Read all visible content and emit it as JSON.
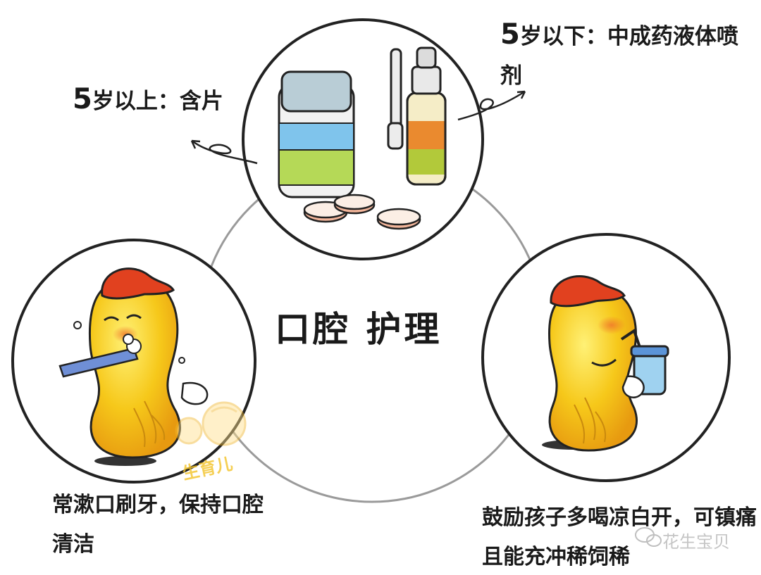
{
  "center": {
    "title": "口腔 护理"
  },
  "top_left": {
    "num": "5",
    "text": "岁以上：含片"
  },
  "top_right": {
    "num": "5",
    "text": "岁以下：中成药液体喷剂"
  },
  "bottom_left": {
    "text": "常漱口刷牙，保持口腔清洁"
  },
  "bottom_right": {
    "text": "鼓励孩子多喝凉白开，可镇痛且能充冲稀饲稀"
  },
  "watermarks": {
    "logo_text": "生育儿",
    "corner_text": "花生宝贝"
  },
  "colors": {
    "cap_red": "#e1411f",
    "peanut_yellow": "#f6c81a",
    "outline": "#1a1a1a"
  }
}
